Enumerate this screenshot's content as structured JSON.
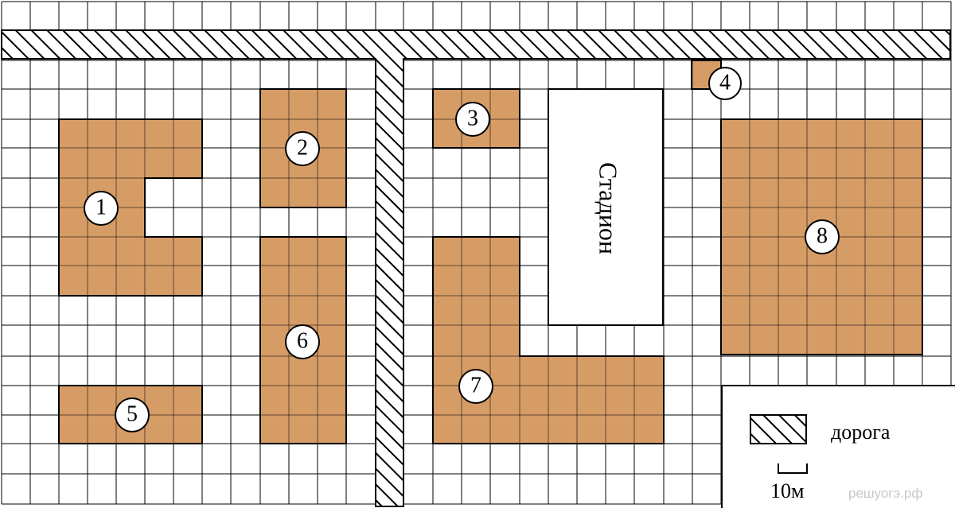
{
  "map": {
    "stadium_label": "Стадион",
    "watermark": "решуогэ.рф",
    "plots": [
      {
        "number": "1"
      },
      {
        "number": "2"
      },
      {
        "number": "3"
      },
      {
        "number": "4"
      },
      {
        "number": "5"
      },
      {
        "number": "6"
      },
      {
        "number": "7"
      },
      {
        "number": "8"
      }
    ],
    "legend": {
      "road_label": "дорога",
      "scale_label": "10м"
    },
    "colors": {
      "plot_fill": "#d69c66",
      "grid_line": "#000000",
      "background": "#ffffff"
    }
  }
}
